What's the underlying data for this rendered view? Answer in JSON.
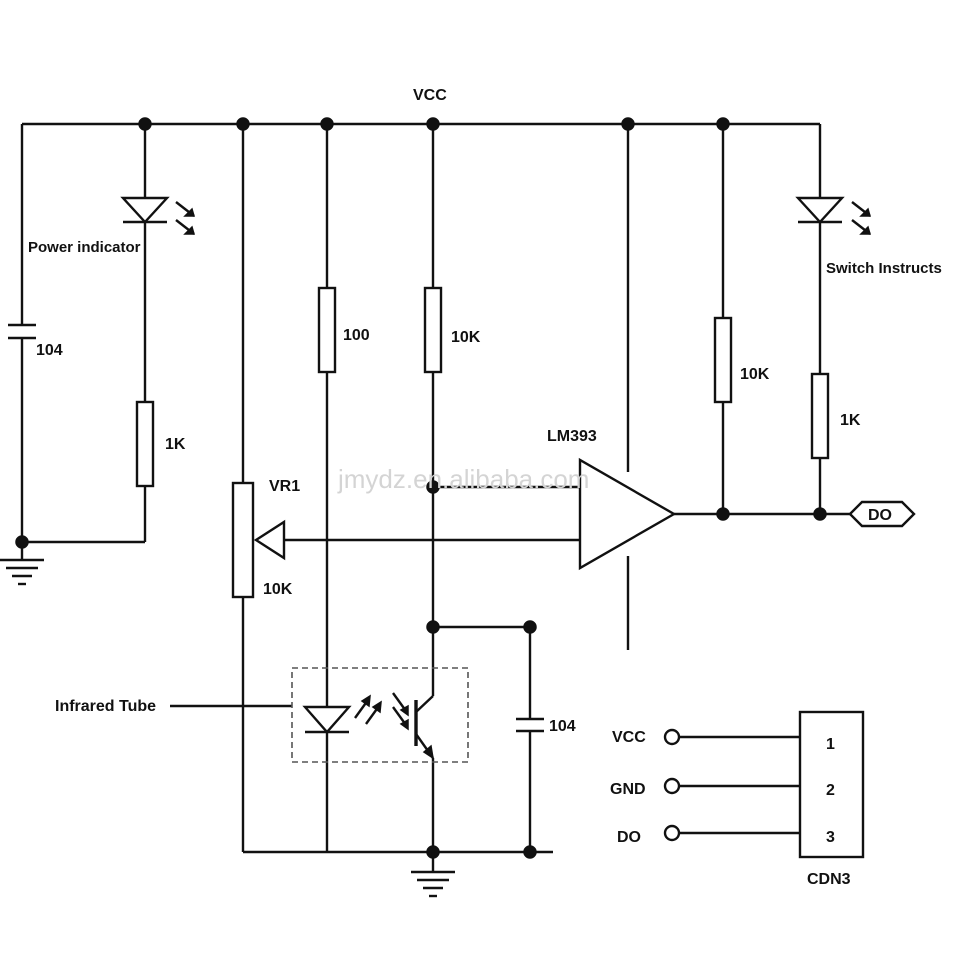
{
  "labels": {
    "vcc": "VCC",
    "power_indicator": "Power indicator",
    "switch_instructs": "Switch Instructs",
    "cap_left": "104",
    "r_power_led": "1K",
    "r_100": "100",
    "r_10k_mid": "10K",
    "r_10k_right": "10K",
    "r_switch_led": "1K",
    "lm393": "LM393",
    "vr1": "VR1",
    "vr1_value": "10K",
    "infrared_tube": "Infrared Tube",
    "cap_bottom": "104",
    "do_output": "DO",
    "watermark": "jmydz.en.alibaba.com",
    "connector_name": "CDN3"
  },
  "connector": {
    "pins": [
      {
        "name": "VCC",
        "number": "1"
      },
      {
        "name": "GND",
        "number": "2"
      },
      {
        "name": "DO",
        "number": "3"
      }
    ]
  },
  "colors": {
    "line": "#111111",
    "watermark": "#d4d4d4",
    "background": "#ffffff"
  }
}
